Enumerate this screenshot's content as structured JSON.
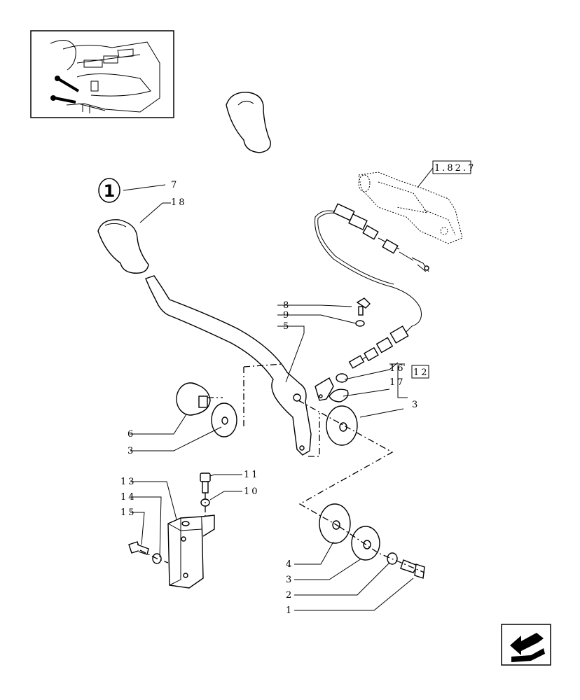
{
  "callouts": {
    "c1": "1",
    "c2": "2",
    "c3a": "3",
    "c3b": "3",
    "c3c": "3",
    "c4": "4",
    "c5": "5",
    "c6": "6",
    "c7": "7",
    "c8": "8",
    "c9": "9",
    "c10": "10",
    "c11": "11",
    "c12": "12",
    "c13": "13",
    "c14": "14",
    "c15": "15",
    "c16": "16",
    "c17": "17",
    "c18": "18"
  },
  "cross_reference": "1.82.7",
  "kit_marker": "1",
  "icons": {
    "overview": "tractor-cab-overview-icon",
    "navigation": "next-page-arrow-icon"
  },
  "colors": {
    "line": "#000000",
    "background": "#ffffff"
  }
}
